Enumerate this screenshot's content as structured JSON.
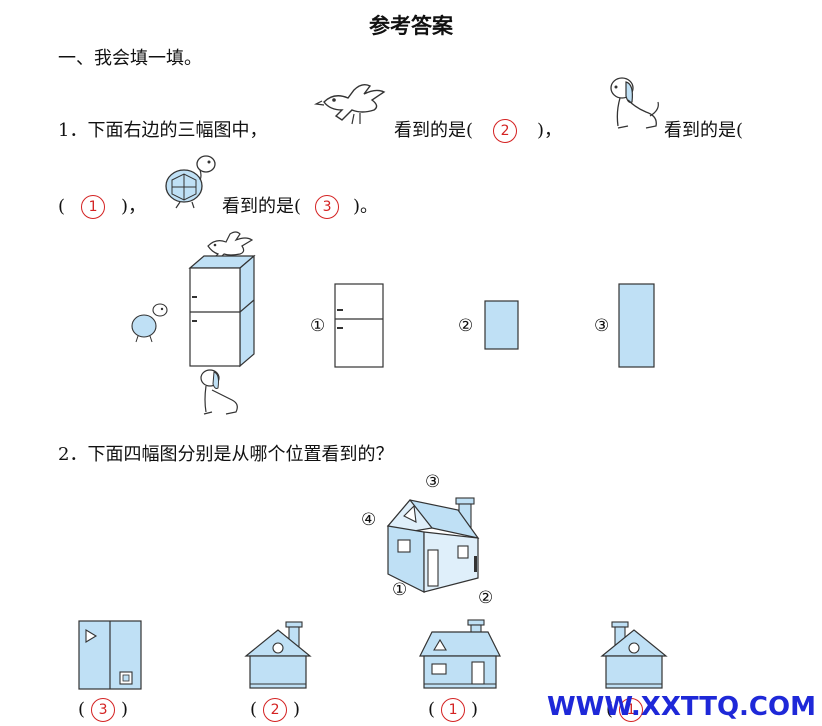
{
  "title": "参考答案",
  "section1": "一、我会填一填。",
  "q1": {
    "prefix": "1．下面右边的三幅图中，",
    "seen_is": "看到的是(",
    "close_comma": ")，",
    "close_period": ")。",
    "open": "(",
    "answer_bird": "2",
    "answer_turtle": "1",
    "answer_dog": "3",
    "options": [
      "①",
      "②",
      "③"
    ]
  },
  "q2": {
    "text": "2．下面四幅图分别是从哪个位置看到的？",
    "positions": [
      "③",
      "④",
      "①",
      "②"
    ],
    "answers": [
      "3",
      "2",
      "1",
      "1"
    ],
    "open": "(",
    "close": ")"
  },
  "watermark": "WWW.XXTTQ.COM",
  "colors": {
    "answer": "#d42222",
    "fill": "#bfe0f5",
    "watermark": "#1e28d8"
  }
}
